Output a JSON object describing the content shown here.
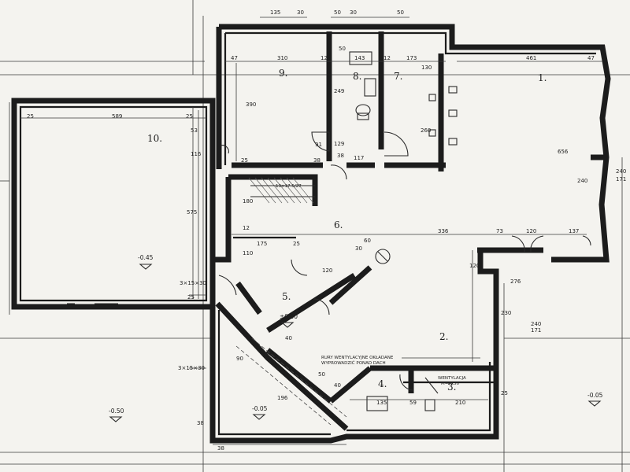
{
  "rooms": {
    "r1": "1.",
    "r2": "2.",
    "r3": "3.",
    "r4": "4.",
    "r5": "5.",
    "r6": "6.",
    "r7": "7.",
    "r8": "8.",
    "r9": "9.",
    "r10": "10."
  },
  "levels": {
    "garage": "-0.45",
    "hall": "±0.00",
    "outside_left": "-0.50",
    "outside_mid": "-0.05",
    "outside_right": "-0.05"
  },
  "notes": {
    "vent_1": "RURY WENTYLACYJNE OKŁADANE",
    "vent_2": "WYPROWADZIĆ PONAD DACH",
    "vent_3a": "WENTYLACJA",
    "vent_3b": "M=2x50",
    "stairs": "13×17.5/27"
  },
  "dims": {
    "d135a": "135",
    "d30a": "30",
    "d50a": "50",
    "d30b": "30",
    "d50b": "50",
    "d47a": "47",
    "d310": "310",
    "d12a": "12",
    "d50c": "50",
    "d143": "143",
    "d12b": "12",
    "d173": "173",
    "d461": "461",
    "d47b": "47",
    "d390": "390",
    "d249": "249",
    "d130": "130",
    "d25a": "25",
    "d589": "589",
    "d25b": "25",
    "d53": "53",
    "d116": "116",
    "d656": "656",
    "d240a": "240",
    "d240b": "240",
    "d171a": "171",
    "d260": "260",
    "d91": "91",
    "d129": "129",
    "d117": "117",
    "d38a": "38",
    "d38b": "38",
    "d25c": "25",
    "d180": "180",
    "d575": "575",
    "d12c": "12",
    "d175": "175",
    "d25d": "25",
    "d110": "110",
    "d336": "336",
    "d73": "73",
    "d120a": "120",
    "d137": "137",
    "d30c": "30",
    "d60a": "60",
    "d120b": "120",
    "d3x15a": "3×15×30",
    "d3x15b": "3×15×30",
    "d25e": "25",
    "d120c": "120",
    "d276": "276",
    "d230": "230",
    "d240c": "240",
    "d171b": "171",
    "d210": "210",
    "d59": "59",
    "d135b": "135",
    "d25f": "25",
    "d90": "90",
    "d38c": "38",
    "d38d": "38",
    "d196": "196",
    "d40": "40",
    "d50d": "50",
    "d40b": "40"
  }
}
